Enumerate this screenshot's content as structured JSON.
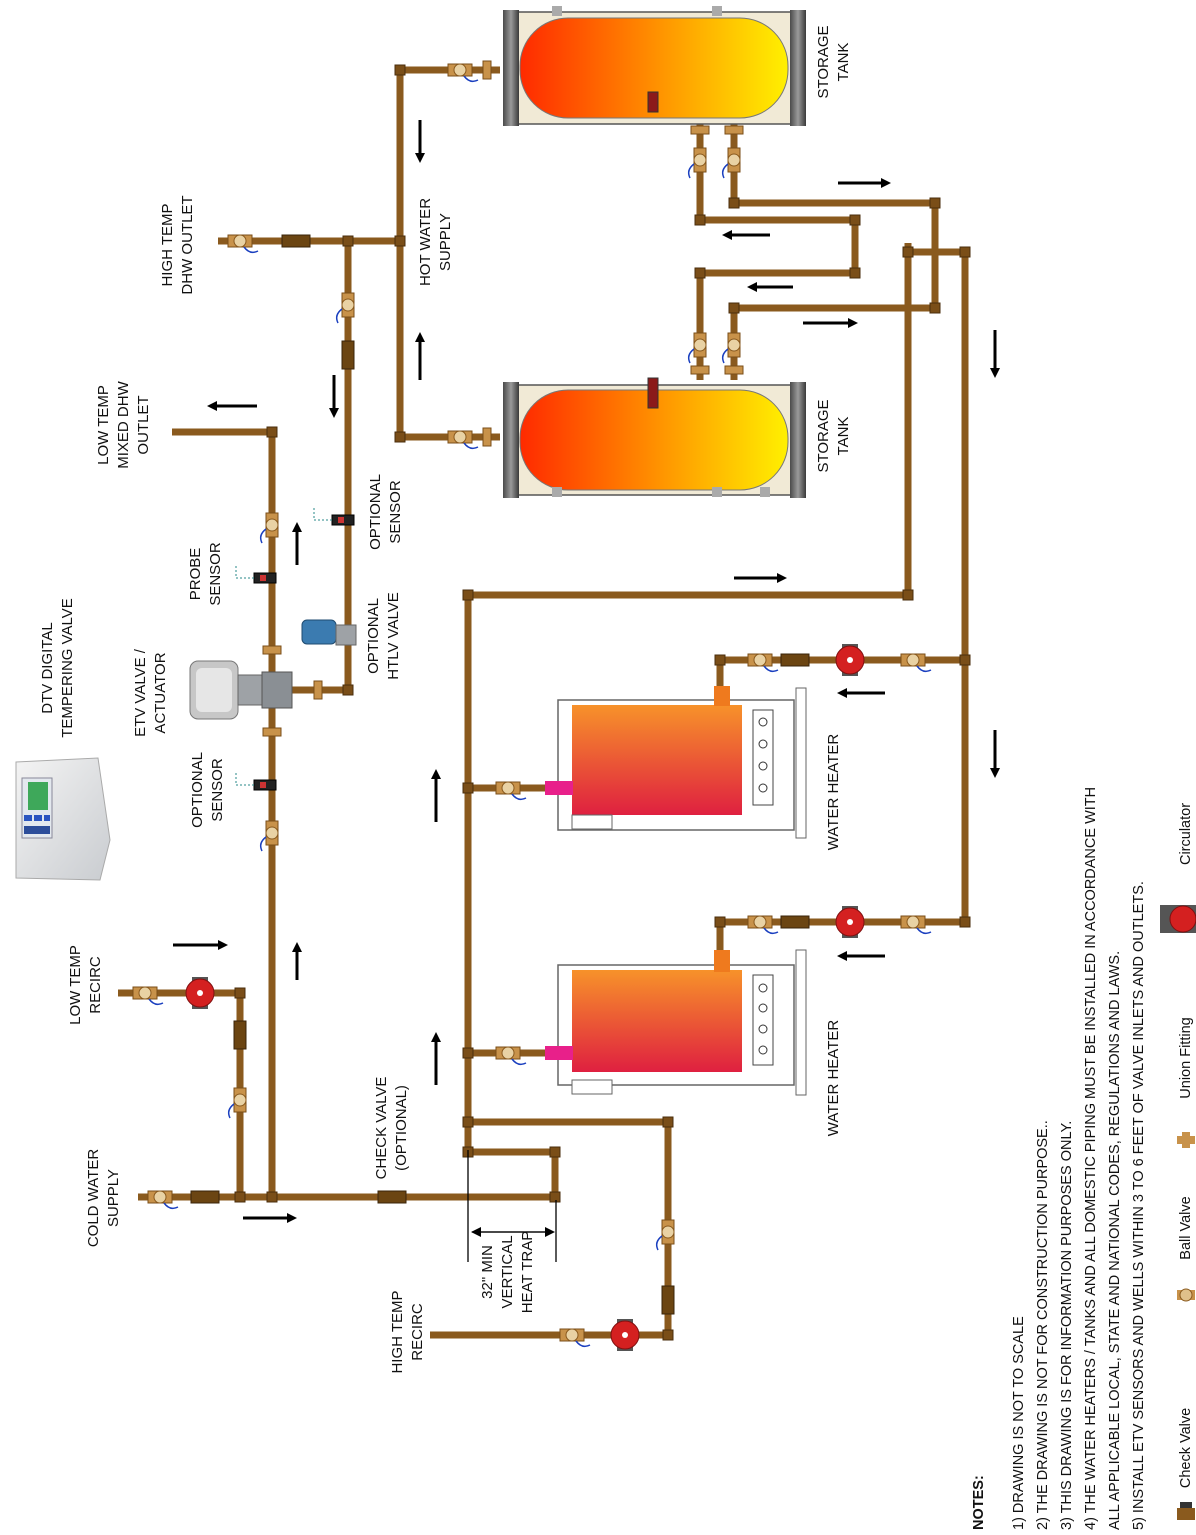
{
  "labels": {
    "storage_tank_top": [
      "STORAGE",
      "TANK"
    ],
    "storage_tank_bottom": [
      "STORAGE",
      "TANK"
    ],
    "high_temp_dhw_outlet": [
      "HIGH TEMP",
      "DHW OUTLET"
    ],
    "hot_water_supply": [
      "HOT WATER",
      "SUPPLY"
    ],
    "low_temp_mixed_dhw_outlet": [
      "LOW TEMP",
      "MIXED DHW",
      "OUTLET"
    ],
    "dtv_digital_tempering_valve": [
      "DTV DIGITAL",
      "TEMPERING VALVE"
    ],
    "probe_sensor": [
      "PROBE",
      "SENSOR"
    ],
    "optional_sensor_upper": [
      "OPTIONAL",
      "SENSOR"
    ],
    "etv_valve_actuator": [
      "ETV VALVE /",
      "ACTUATOR"
    ],
    "optional_htlv_valve": [
      "OPTIONAL",
      "HTLV  VALVE"
    ],
    "optional_sensor_lower": [
      "OPTIONAL",
      "SENSOR"
    ],
    "low_temp_recirc": [
      "LOW TEMP",
      "RECIRC"
    ],
    "cold_water_supply": [
      "COLD WATER",
      "SUPPLY"
    ],
    "check_valve_optional": [
      "CHECK VALVE",
      "(OPTIONAL)"
    ],
    "heat_trap": [
      "32\" MIN",
      "VERTICAL",
      "HEAT TRAP"
    ],
    "high_temp_recirc": [
      "HIGH TEMP",
      "RECIRC"
    ],
    "water_heater_1": "WATER HEATER",
    "water_heater_2": "WATER HEATER"
  },
  "notes": {
    "title": "NOTES:",
    "items": [
      "1)  DRAWING IS NOT TO SCALE",
      "2)  THE DRAWING IS NOT FOR CONSTRUCTION PURPOSE..",
      "3)  THIS DRAWING IS FOR INFORMATION PURPOSES ONLY.",
      "4)  THE WATER HEATERS / TANKS AND ALL DOMESTIC PIPING MUST BE INSTALLED IN ACCORDANCE WITH",
      "ALL APPLICABLE LOCAL, STATE AND NATIONAL CODES, REGULATIONS AND LAWS.",
      "5)  INSTALL ETV SENSORS AND WELLS WITHIN 3 TO 6 FEET OF VALVE INLETS AND OUTLETS."
    ]
  },
  "legend": {
    "check_valve": "Check Valve",
    "ball_valve": "Ball Valve",
    "union_fitting": "Union Fitting",
    "circulator": "Circulator"
  },
  "colors": {
    "pipe": "#8a5a1e",
    "circulator": "#d42020",
    "tank_hot": "#ff3b00",
    "tank_cool": "#ffee00",
    "heater_hot": "#e0243c",
    "heater_warm": "#f58a2a",
    "inlet": "#e8208a"
  },
  "icons": [
    "flow-arrow-icon",
    "ball-valve-icon",
    "check-valve-icon",
    "circulator-icon",
    "union-fitting-icon",
    "sensor-icon",
    "controller-icon",
    "actuator-icon"
  ]
}
